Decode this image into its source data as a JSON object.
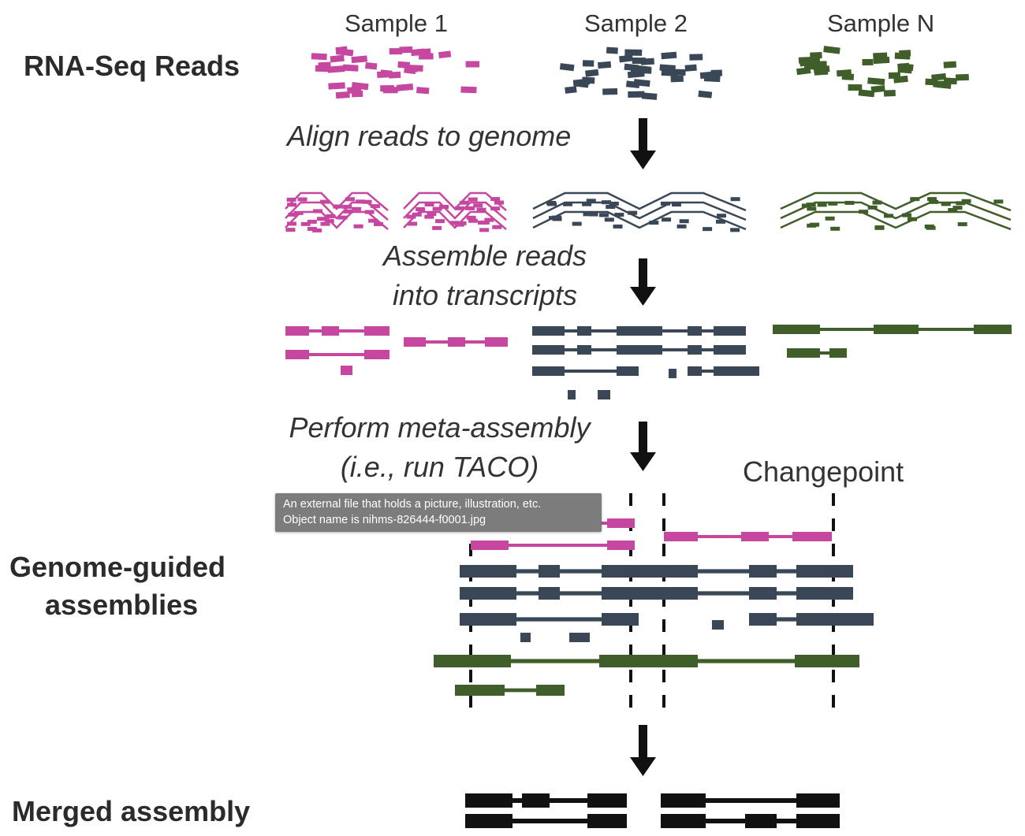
{
  "samples": [
    "Sample 1",
    "Sample 2",
    "Sample N"
  ],
  "row_labels": {
    "reads": "RNA-Seq Reads",
    "genome_guided_1": "Genome-guided",
    "genome_guided_2": "assemblies",
    "merged": "Merged assembly"
  },
  "steps": {
    "align": "Align reads to genome",
    "assemble_1": "Assemble reads",
    "assemble_2": "into transcripts",
    "meta_1": "Perform meta-assembly",
    "meta_2": "(i.e., run TACO)"
  },
  "annotation": "Changepoint",
  "tooltip": {
    "line1": "An external file that holds a picture, illustration, etc.",
    "line2": "Object name is nihms-826444-f0001.jpg"
  },
  "colors": {
    "sample1": "#c6479f",
    "sample2": "#3a4756",
    "sampleN": "#3f5e2a",
    "merged": "#111111",
    "arrow": "#111111"
  }
}
